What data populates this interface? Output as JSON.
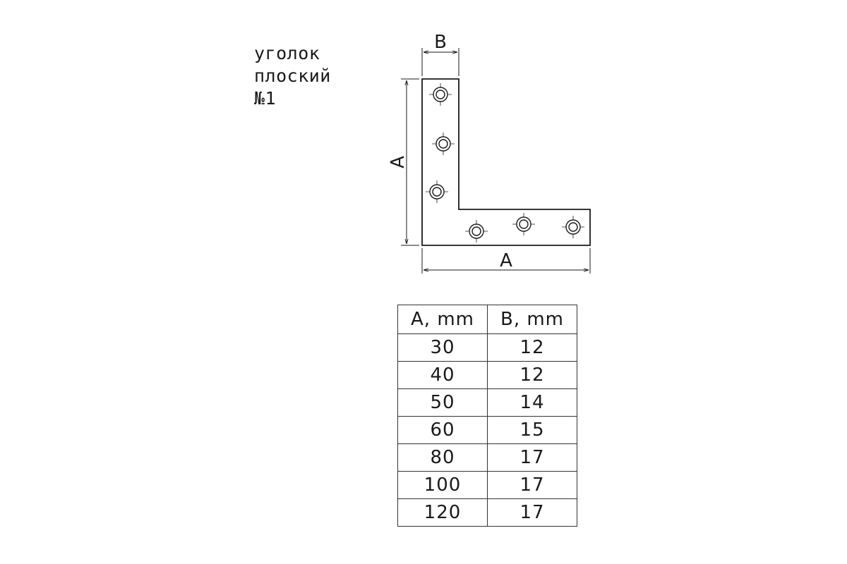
{
  "title": {
    "line1": "уголок",
    "line2": "плоский",
    "line3": "№1"
  },
  "diagram": {
    "label_b": "B",
    "label_a_vertical": "A",
    "label_a_horizontal": "A",
    "part_color": "#ffffff",
    "line_color": "#1a1a1a",
    "hole_count": 6
  },
  "table": {
    "headers": [
      "A, mm",
      "B, mm"
    ],
    "rows": [
      [
        "30",
        "12"
      ],
      [
        "40",
        "12"
      ],
      [
        "50",
        "14"
      ],
      [
        "60",
        "15"
      ],
      [
        "80",
        "17"
      ],
      [
        "100",
        "17"
      ],
      [
        "120",
        "17"
      ]
    ]
  }
}
